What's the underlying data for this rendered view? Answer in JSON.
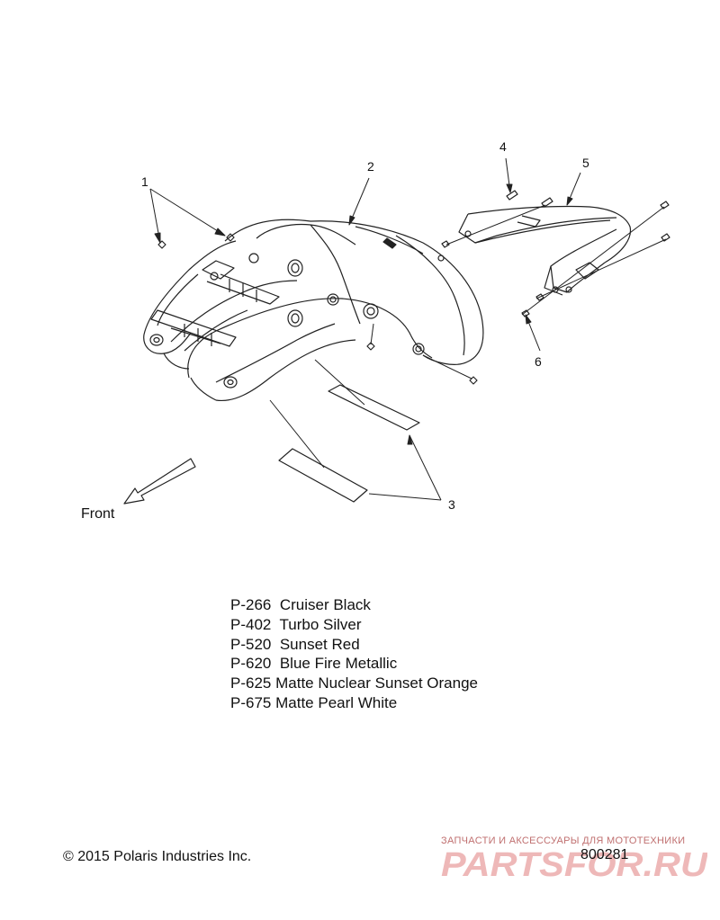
{
  "callouts": [
    "1",
    "2",
    "3",
    "4",
    "5",
    "6"
  ],
  "front_label": "Front",
  "paint_codes": [
    {
      "code": "P-266",
      "name": "Cruiser Black"
    },
    {
      "code": "P-402",
      "name": "Turbo Silver"
    },
    {
      "code": "P-520",
      "name": "Sunset Red"
    },
    {
      "code": "P-620",
      "name": "Blue Fire Metallic"
    },
    {
      "code": "P-625",
      "name": "Matte Nuclear Sunset Orange"
    },
    {
      "code": "P-675",
      "name": "Matte Pearl White"
    }
  ],
  "copyright": "© 2015 Polaris Industries Inc.",
  "drawing_number": "800281",
  "watermark": {
    "tagline": "ЗАПЧАСТИ И АКСЕССУАРЫ ДЛЯ МОТОТЕХНИКИ",
    "brand": "PARTSFOR.RU",
    "color": "#e8a0a0"
  }
}
